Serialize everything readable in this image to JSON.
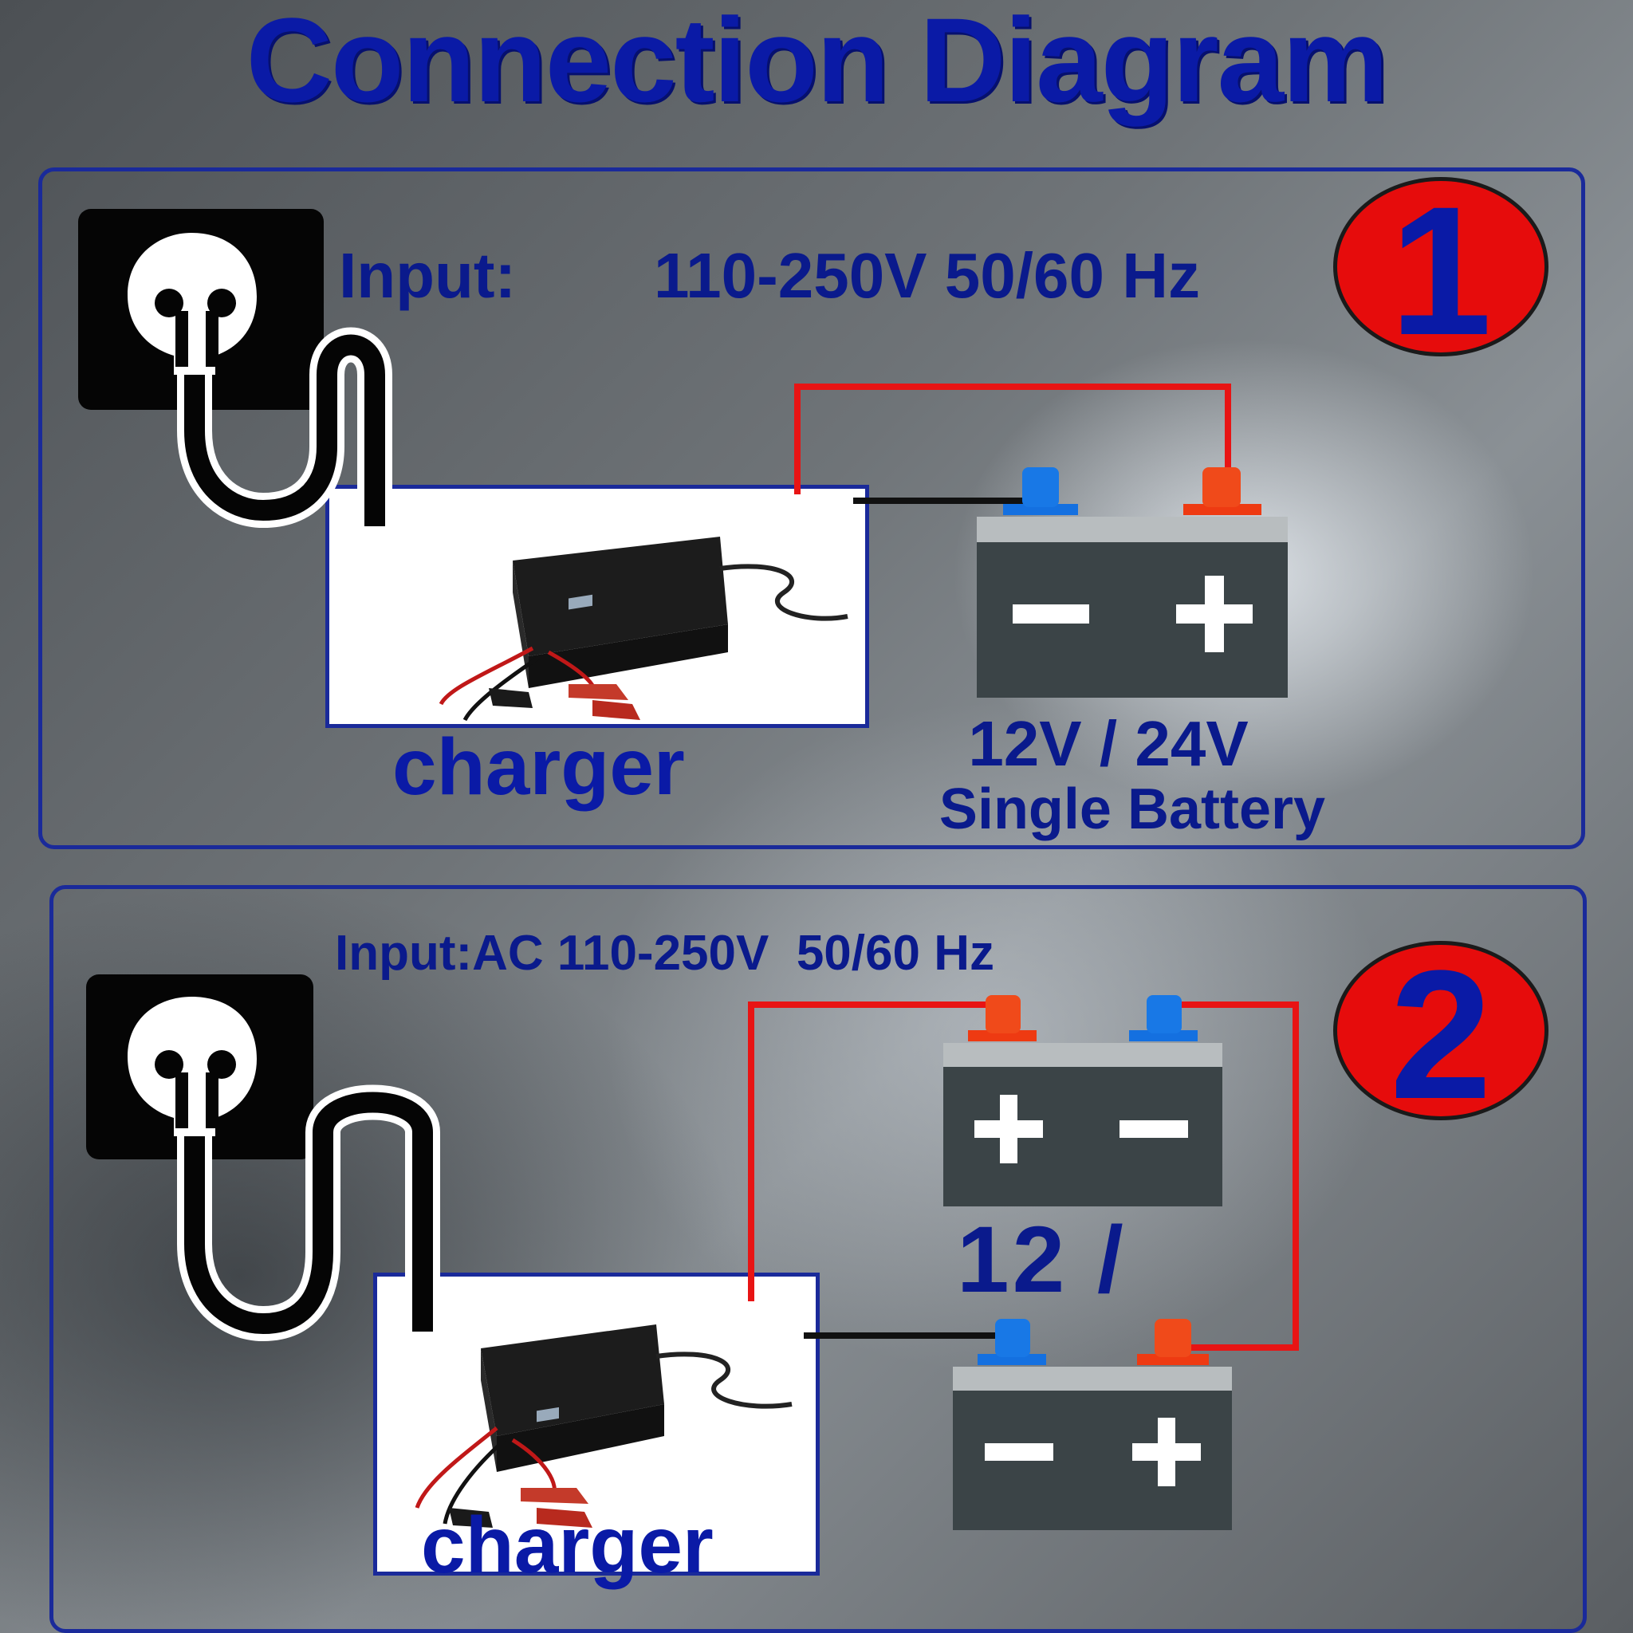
{
  "title": "Connection Diagram",
  "panel1": {
    "number": "1",
    "input_prefix": "Input:",
    "input_spec": "110-250V 50/60 Hz",
    "charger_label": "charger",
    "battery_voltage": "12V / 24V",
    "battery_type": "Single Battery",
    "battery_symbols": {
      "left": "−",
      "right": "+"
    }
  },
  "panel2": {
    "number": "2",
    "input": "Input:AC 110-250V  50/60 Hz",
    "charger_label": "charger",
    "battery_voltage": "12 /",
    "top_battery_symbols": {
      "left": "+",
      "right": "−"
    },
    "bottom_battery_symbols": {
      "left": "−",
      "right": "+"
    }
  },
  "colors": {
    "title_blue": "#0a1aa6",
    "frame_blue": "#1a2a9a",
    "wire_red": "#e81414",
    "wire_black": "#111111",
    "terminal_red": "#ee3a12",
    "terminal_blue": "#1470e0",
    "battery_body": "#3b4447",
    "battery_lid": "#b8bdbf",
    "badge_red": "#e60c0c"
  },
  "icons": [
    "power-plug-icon",
    "battery-icon",
    "charger-icon"
  ]
}
